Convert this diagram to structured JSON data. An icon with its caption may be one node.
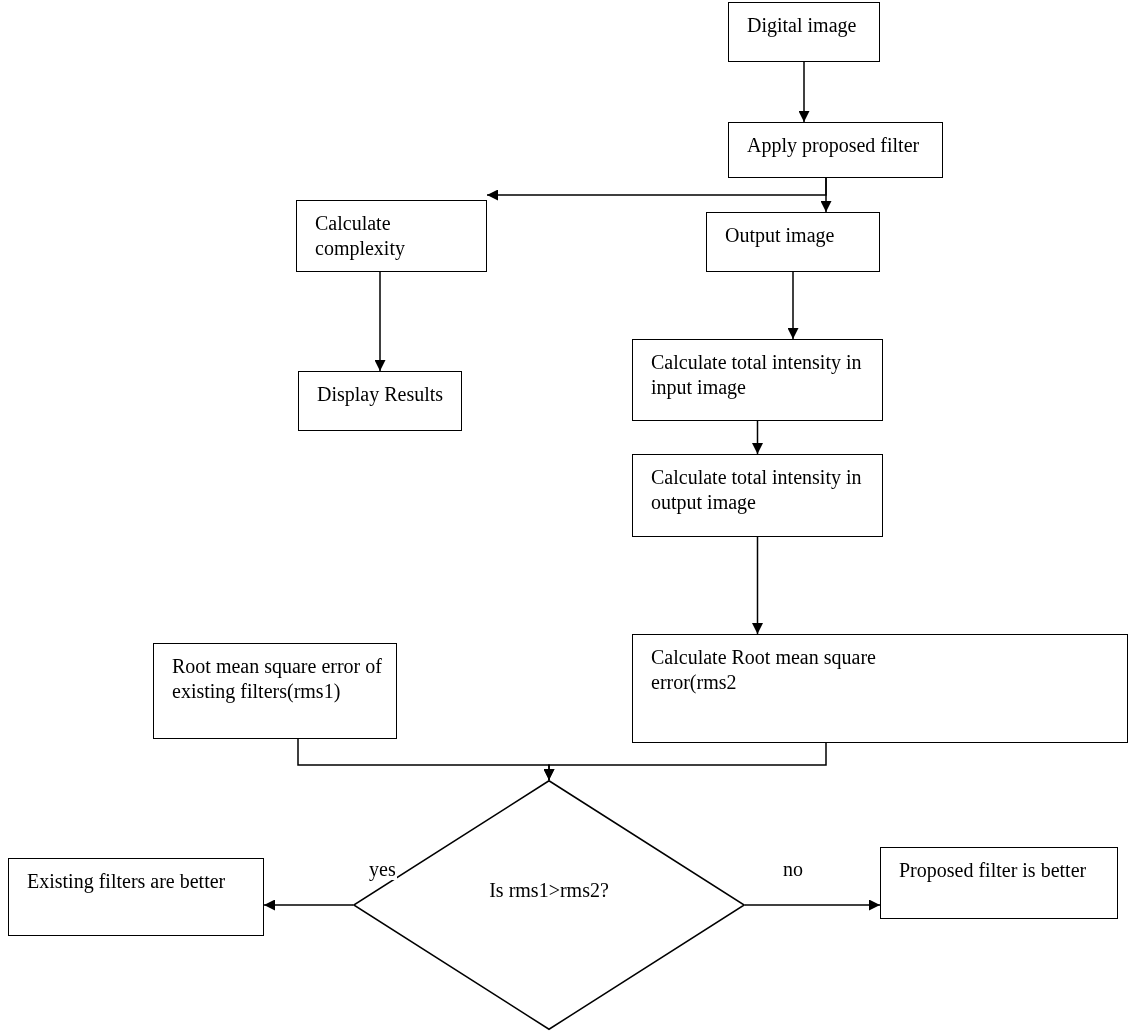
{
  "diagram": {
    "nodes": [
      {
        "text": [
          "Digital image"
        ]
      },
      {
        "text": [
          "Apply proposed filter"
        ]
      },
      {
        "text": [
          "Calculate complexity"
        ]
      },
      {
        "text": [
          "Output image"
        ]
      },
      {
        "text": [
          "Display Results"
        ]
      },
      {
        "text": [
          "Calculate total intensity in input image"
        ]
      },
      {
        "text": [
          "Calculate total intensity in output image"
        ]
      },
      {
        "text": [
          "Root mean square error of existing filters(rms1)"
        ]
      },
      {
        "text": [
          "Calculate Root mean square error(rms2"
        ]
      },
      {
        "text": [
          "Is rms1>rms2?"
        ]
      },
      {
        "text": [
          "Existing filters are better"
        ]
      },
      {
        "text": [
          "Proposed filter is better"
        ]
      }
    ],
    "edges": [
      {
        "from": 0,
        "to": 1,
        "arrow": "to"
      },
      {
        "from": 1,
        "to": 3,
        "arrow": "to"
      },
      {
        "from": 1,
        "to": 2,
        "arrow": "to"
      },
      {
        "from": 2,
        "to": 4,
        "arrow": "to"
      },
      {
        "from": 3,
        "to": 5,
        "arrow": "to"
      },
      {
        "from": 5,
        "to": 6,
        "arrow": "to"
      },
      {
        "from": 6,
        "to": 8,
        "arrow": "to"
      },
      {
        "from": 7,
        "to": 9,
        "arrow": "to"
      },
      {
        "from": 8,
        "to": 9,
        "arrow": "to"
      },
      {
        "from": 9,
        "to": 10,
        "arrow": "to",
        "label": "yes"
      },
      {
        "from": 9,
        "to": 11,
        "arrow": "to",
        "label": "no"
      }
    ]
  }
}
